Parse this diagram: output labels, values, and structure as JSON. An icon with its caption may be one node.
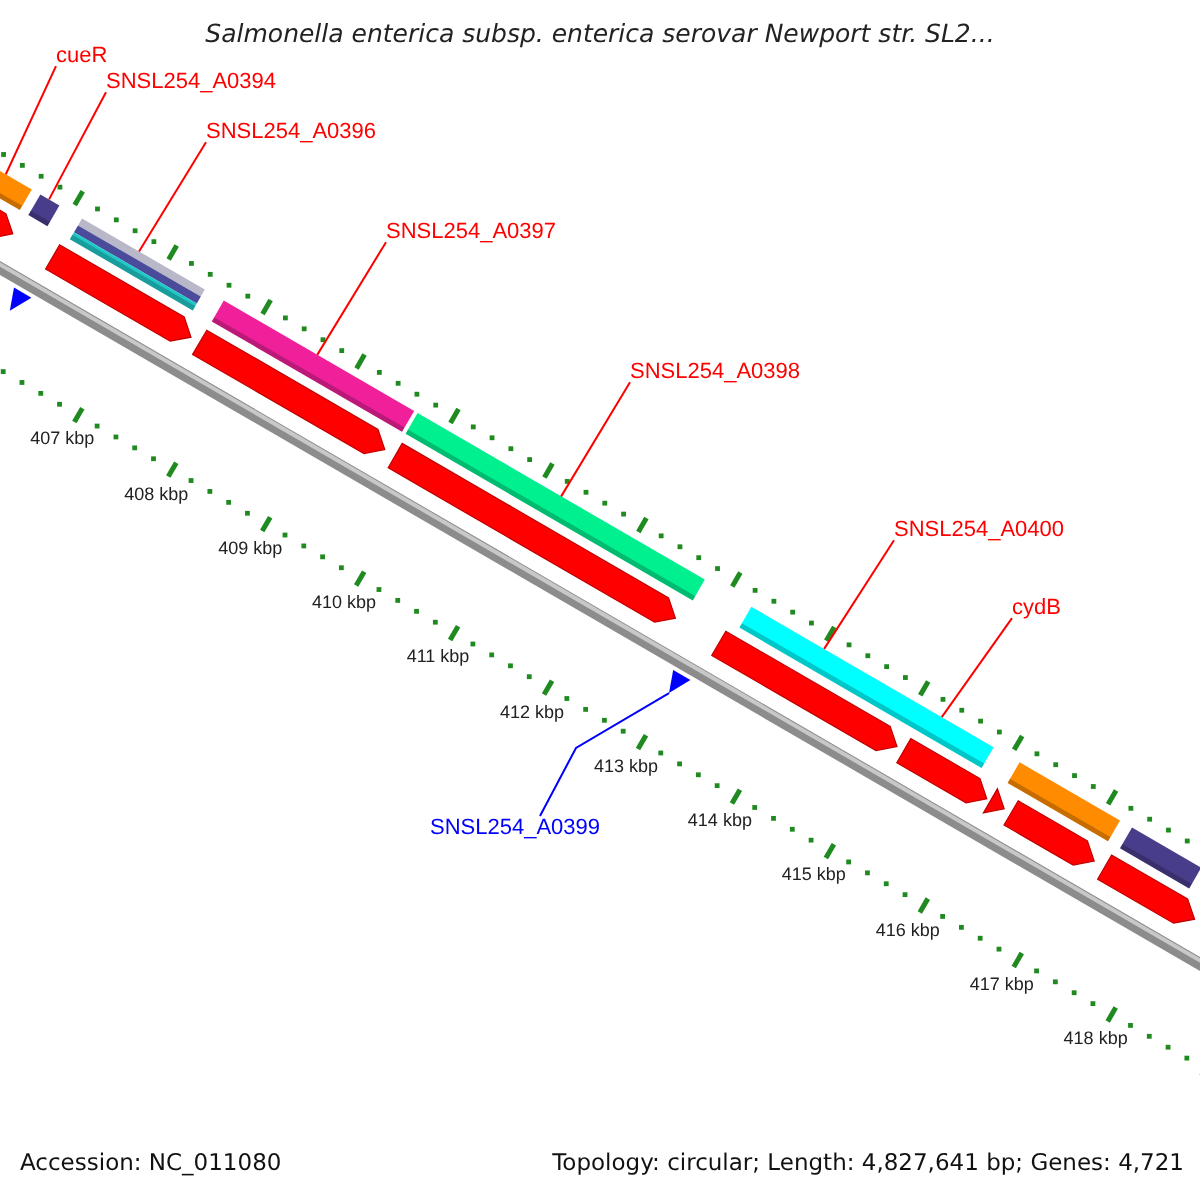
{
  "diagram": {
    "title": "Salmonella enterica subsp. enterica serovar Newport str. SL2...",
    "nodes": [
      {
        "text": [
          "cueR"
        ]
      },
      {
        "text": [],
        "shape": "bar"
      },
      {
        "text": [
          "SNSL254_A0394"
        ]
      },
      {
        "text": [],
        "shape": "bar"
      },
      {
        "text": [
          "SNSL254_A0396"
        ]
      },
      {
        "text": [],
        "shape": "bar"
      },
      {
        "text": [
          "SNSL254_A0397"
        ]
      },
      {
        "text": [],
        "shape": "bar"
      },
      {
        "text": [
          "SNSL254_A0398"
        ]
      },
      {
        "text": [],
        "shape": "bar"
      },
      {
        "text": [
          "SNSL254_A0400"
        ]
      },
      {
        "text": [],
        "shape": "bar"
      },
      {
        "text": [
          "cydB"
        ]
      },
      {
        "text": [
          "SNSL254_A0399"
        ]
      },
      {
        "text": [],
        "shape": "triangle"
      },
      {
        "text": [],
        "shape": "triangle"
      },
      {
        "text": [],
        "shape": "bar"
      },
      {
        "text": [],
        "shape": "bar"
      },
      {
        "text": [],
        "shape": "arrow"
      },
      {
        "text": [],
        "shape": "arrow"
      },
      {
        "text": [],
        "shape": "arrow"
      },
      {
        "text": [],
        "shape": "arrow"
      },
      {
        "text": [],
        "shape": "arrow"
      },
      {
        "text": [],
        "shape": "arrow"
      },
      {
        "text": [],
        "shape": "arrow"
      },
      {
        "text": [],
        "shape": "arrow"
      },
      {
        "text": [],
        "shape": "arrow"
      }
    ],
    "edges": [
      {
        "from": 0,
        "to": 1,
        "arrow": "none"
      },
      {
        "from": 2,
        "to": 3,
        "arrow": "none"
      },
      {
        "from": 4,
        "to": 5,
        "arrow": "none"
      },
      {
        "from": 6,
        "to": 7,
        "arrow": "none"
      },
      {
        "from": 8,
        "to": 9,
        "arrow": "none"
      },
      {
        "from": 10,
        "to": 11,
        "arrow": "none"
      },
      {
        "from": 12,
        "to": 11,
        "arrow": "none"
      },
      {
        "from": 13,
        "to": 14,
        "arrow": "none",
        "color": "#0000ff"
      }
    ],
    "labels": [
      "407 kbp",
      "408 kbp",
      "409 kbp",
      "410 kbp",
      "411 kbp",
      "412 kbp",
      "413 kbp",
      "414 kbp",
      "415 kbp",
      "416 kbp",
      "417 kbp",
      "418 kbp",
      "Accession: NC_011080",
      "Topology: circular; Length: 4,827,641 bp; Genes: 4,721"
    ]
  }
}
